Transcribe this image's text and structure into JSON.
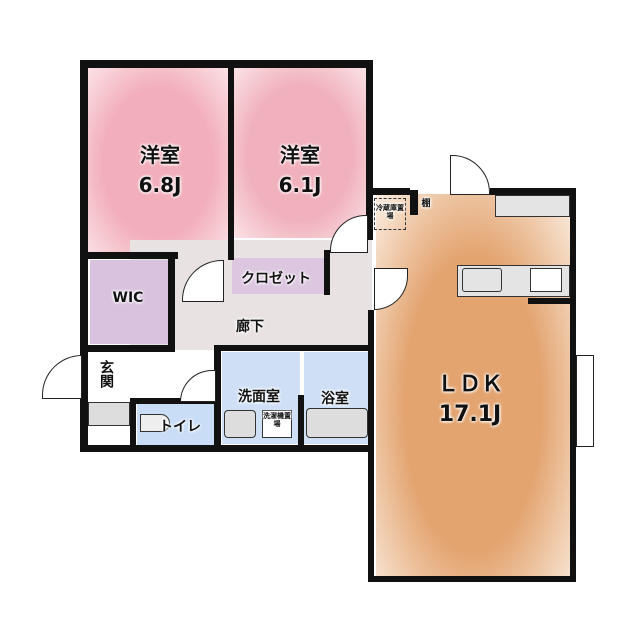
{
  "rooms": {
    "bedroom1": {
      "name": "洋室",
      "size": "6.8J"
    },
    "bedroom2": {
      "name": "洋室",
      "size": "6.1J"
    },
    "wic": "WIC",
    "closet": "クロゼット",
    "hallway": "廊下",
    "entrance": "玄関",
    "toilet": "トイレ",
    "washroom": "洗面室",
    "bathroom": "浴室",
    "ldk": {
      "name": "ＬＤＫ",
      "size": "17.1J"
    },
    "fridge_space": "冷蔵庫置場",
    "shelf": "棚",
    "washer_space": "洗濯機置場"
  },
  "colors": {
    "bedroom": "#f2b8c0",
    "ldk": "#e8b07a",
    "wet": "#c8dcf4",
    "wic": "#d8c0dc",
    "hall": "#e6e0e0"
  }
}
